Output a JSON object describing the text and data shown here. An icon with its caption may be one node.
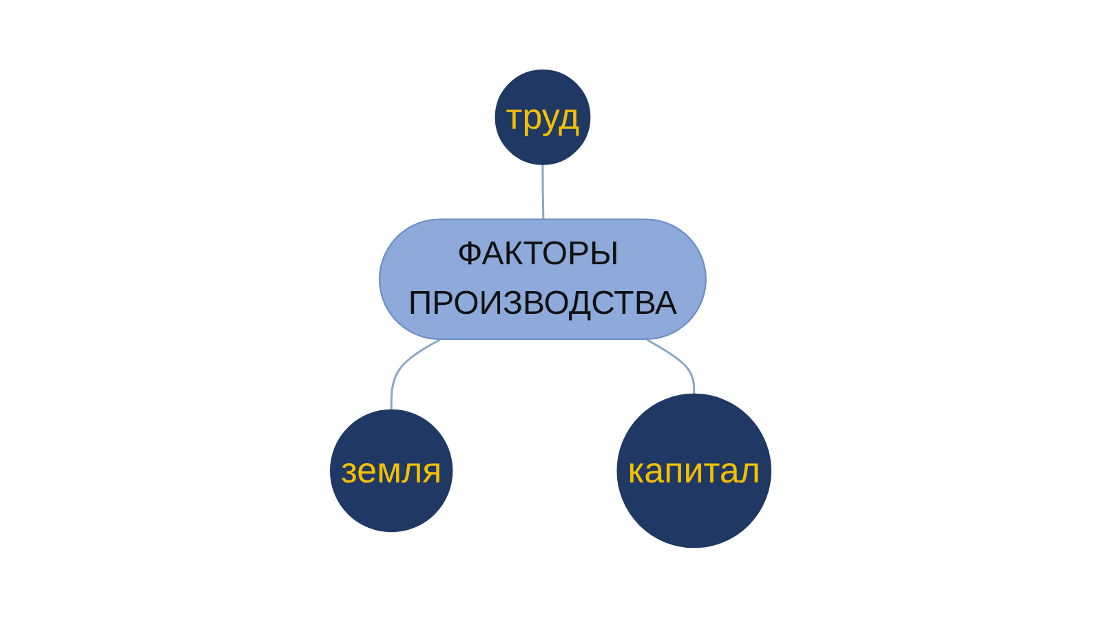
{
  "diagram": {
    "nodes": [
      {
        "text": [
          "труд"
        ]
      },
      {
        "text": [
          "ФАКТОРЫ ПРОИЗВОДСТВА"
        ]
      },
      {
        "text": [
          "земля"
        ]
      },
      {
        "text": [
          "капитал"
        ]
      }
    ],
    "edges": [
      {
        "from": 0,
        "to": 1,
        "arrow": "none"
      },
      {
        "from": 1,
        "to": 2,
        "arrow": "none"
      },
      {
        "from": 1,
        "to": 3,
        "arrow": "none"
      }
    ]
  }
}
